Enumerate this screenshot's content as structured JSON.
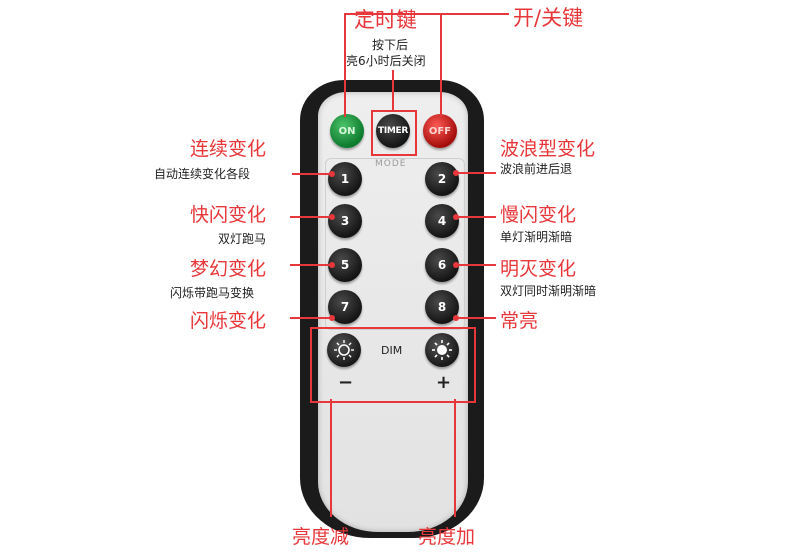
{
  "buttons": {
    "on": "ON",
    "timer": "TIMER",
    "off": "OFF",
    "mode": "MODE",
    "dim": "DIM",
    "minus": "−",
    "plus": "+",
    "nums": [
      "1",
      "2",
      "3",
      "4",
      "5",
      "6",
      "7",
      "8"
    ]
  },
  "labels": {
    "timer_key": "定时键",
    "timer_note1": "按下后",
    "timer_note2": "亮6小时后关闭",
    "power_key": "开/关键",
    "l1": "连续变化",
    "l1_sub": "自动连续变化各段",
    "l2": "波浪型变化",
    "l2_sub": "波浪前进后退",
    "l3": "快闪变化",
    "l3_sub": "双灯跑马",
    "l4": "慢闪变化",
    "l4_sub": "单灯渐明渐暗",
    "l5": "梦幻变化",
    "l5_sub": "闪烁带跑马变换",
    "l6": "明灭变化",
    "l6_sub": "双灯同时渐明渐暗",
    "l7": "闪烁变化",
    "l8": "常亮",
    "dim_down": "亮度减",
    "dim_up": "亮度加"
  },
  "colors": {
    "accent": "#e8373a",
    "remote": "#1b1b1b"
  }
}
